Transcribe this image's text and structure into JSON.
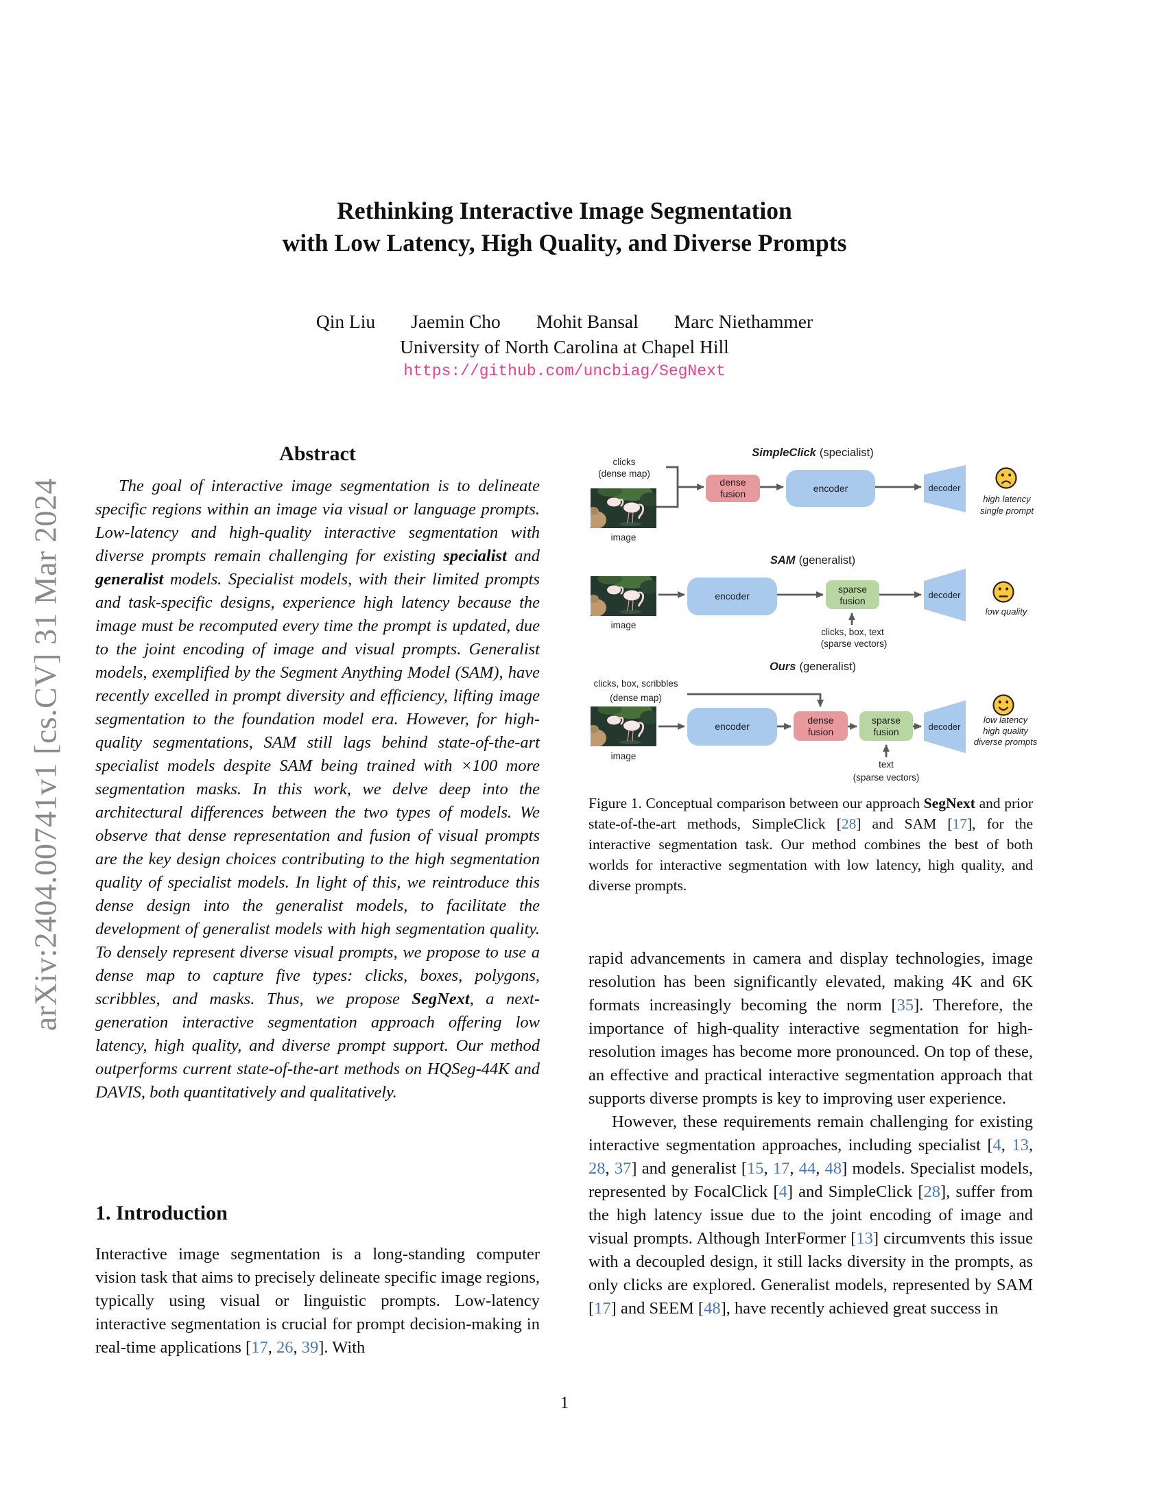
{
  "arxiv_banner": "arXiv:2404.00741v1  [cs.CV]  31 Mar 2024",
  "title": {
    "line1": "Rethinking Interactive Image Segmentation",
    "line2": "with Low Latency, High Quality, and Diverse Prompts"
  },
  "authors": [
    "Qin Liu",
    "Jaemin Cho",
    "Mohit Bansal",
    "Marc Niethammer"
  ],
  "affiliation": "University of North Carolina at Chapel Hill",
  "link": "https://github.com/uncbiag/SegNext",
  "abstract": {
    "heading": "Abstract",
    "segments": [
      {
        "t": "The goal of interactive image segmentation is to delineate specific regions within an image via visual or language prompts. Low-latency and high-quality interactive segmentation with diverse prompts remain challenging for existing "
      },
      {
        "t": "specialist",
        "s": "bi"
      },
      {
        "t": " and "
      },
      {
        "t": "generalist",
        "s": "bi"
      },
      {
        "t": " models. Specialist models, with their limited prompts and task-specific designs, experience high latency because the image must be recomputed every time the prompt is updated, due to the joint encoding of image and visual prompts. Generalist models, exemplified by the Segment Anything Model (SAM), have recently excelled in prompt diversity and efficiency, lifting image segmentation to the foundation model era. However, for high-quality segmentations, SAM still lags behind state-of-the-art specialist models despite SAM being trained with ×100 more segmentation masks. In this work, we delve deep into the architectural differences between the two types of models. We observe that dense representation and fusion of visual prompts are the key design choices contributing to the high segmentation quality of specialist models. In light of this, we reintroduce this dense design into the generalist models, to facilitate the development of generalist models with high segmentation quality. To densely represent diverse visual prompts, we propose to use a dense map to capture five types: clicks, boxes, polygons, scribbles, and masks. Thus, we propose "
      },
      {
        "t": "SegNext",
        "s": "bi"
      },
      {
        "t": ", a next-generation interactive segmentation approach offering low latency, high quality, and diverse prompt support. Our method outperforms current state-of-the-art methods on HQSeg-44K and DAVIS, both quantitatively and qualitatively."
      }
    ]
  },
  "introduction": {
    "heading": "1. Introduction",
    "paragraph": [
      {
        "t": "Interactive image segmentation is a long-standing computer vision task that aims to precisely delineate specific image regions, typically using visual or linguistic prompts. Low-latency interactive segmentation is crucial for prompt decision-making in real-time applications ["
      },
      {
        "t": "17",
        "s": "c"
      },
      {
        "t": ", "
      },
      {
        "t": "26",
        "s": "c"
      },
      {
        "t": ", "
      },
      {
        "t": "39",
        "s": "c"
      },
      {
        "t": "]. With"
      }
    ]
  },
  "right_column": {
    "p1": [
      {
        "t": "rapid advancements in camera and display technologies, image resolution has been significantly elevated, making 4K and 6K formats increasingly becoming the norm ["
      },
      {
        "t": "35",
        "s": "c"
      },
      {
        "t": "]. Therefore, the importance of high-quality interactive segmentation for high-resolution images has become more pronounced. On top of these, an effective and practical interactive segmentation approach that supports diverse prompts is key to improving user experience."
      }
    ],
    "p2": [
      {
        "t": "However, these requirements remain challenging for existing interactive segmentation approaches, including specialist ["
      },
      {
        "t": "4",
        "s": "c"
      },
      {
        "t": ", "
      },
      {
        "t": "13",
        "s": "c"
      },
      {
        "t": ", "
      },
      {
        "t": "28",
        "s": "c"
      },
      {
        "t": ", "
      },
      {
        "t": "37",
        "s": "c"
      },
      {
        "t": "] and generalist ["
      },
      {
        "t": "15",
        "s": "c"
      },
      {
        "t": ", "
      },
      {
        "t": "17",
        "s": "c"
      },
      {
        "t": ", "
      },
      {
        "t": "44",
        "s": "c"
      },
      {
        "t": ", "
      },
      {
        "t": "48",
        "s": "c"
      },
      {
        "t": "] models.  Specialist models, represented by FocalClick ["
      },
      {
        "t": "4",
        "s": "c"
      },
      {
        "t": "] and SimpleClick ["
      },
      {
        "t": "28",
        "s": "c"
      },
      {
        "t": "], suffer from the high latency issue due to the joint encoding of image and visual prompts.  Although InterFormer ["
      },
      {
        "t": "13",
        "s": "c"
      },
      {
        "t": "] circumvents this issue with a decoupled design, it still lacks diversity in the prompts, as only clicks are explored.  Generalist models, represented by SAM ["
      },
      {
        "t": "17",
        "s": "c"
      },
      {
        "t": "] and SEEM ["
      },
      {
        "t": "48",
        "s": "c"
      },
      {
        "t": "], have recently achieved great success in"
      }
    ]
  },
  "figure": {
    "caption": [
      {
        "t": "Figure 1.  Conceptual comparison between our approach "
      },
      {
        "t": "SegNext",
        "s": "b"
      },
      {
        "t": " and prior state-of-the-art methods, SimpleClick ["
      },
      {
        "t": "28",
        "s": "c"
      },
      {
        "t": "] and SAM ["
      },
      {
        "t": "17",
        "s": "c"
      },
      {
        "t": "], for the interactive segmentation task. Our method combines the best of both worlds for interactive segmentation with low latency, high quality, and diverse prompts."
      }
    ],
    "row1": {
      "title_model": "SimpleClick",
      "title_type": "(specialist)",
      "input_label_1": "clicks",
      "input_label_2": "(dense map)",
      "image_label": "image",
      "fusion_line1": "dense",
      "fusion_line2": "fusion",
      "encoder": "encoder",
      "decoder": "decoder",
      "emoji": "sad-face",
      "note_1": "high latency",
      "note_2": "single prompt"
    },
    "row2": {
      "title_model": "SAM",
      "title_type": "(generalist)",
      "image_label": "image",
      "encoder": "encoder",
      "fusion_line1": "sparse",
      "fusion_line2": "fusion",
      "decoder": "decoder",
      "prompt_label_1": "clicks, box, text",
      "prompt_label_2": "(sparse vectors)",
      "emoji": "neutral-face",
      "note_1": "low quality"
    },
    "row3": {
      "title_model": "Ours",
      "title_type": "(generalist)",
      "input_label_1": "clicks, box, scribbles",
      "input_label_2": "(dense map)",
      "image_label": "image",
      "encoder": "encoder",
      "dense_line1": "dense",
      "dense_line2": "fusion",
      "sparse_line1": "sparse",
      "sparse_line2": "fusion",
      "decoder": "decoder",
      "prompt_label_1": "text",
      "prompt_label_2": "(sparse vectors)",
      "emoji": "happy-face",
      "note_1": "low latency",
      "note_2": "high quality",
      "note_3": "diverse prompts"
    }
  },
  "page_number": "1",
  "colors": {
    "link_pink": "#ef3d8e",
    "citation_blue": "#4878b8",
    "dense_fusion_pink": "#e8999d",
    "encoder_blue": "#a9caec",
    "sparse_fusion_green": "#b8d6a1",
    "emoji_yellow": "#ffc83d",
    "arrow_gray": "#5a5a5a",
    "watermark_gray": "#8a8a8a"
  }
}
